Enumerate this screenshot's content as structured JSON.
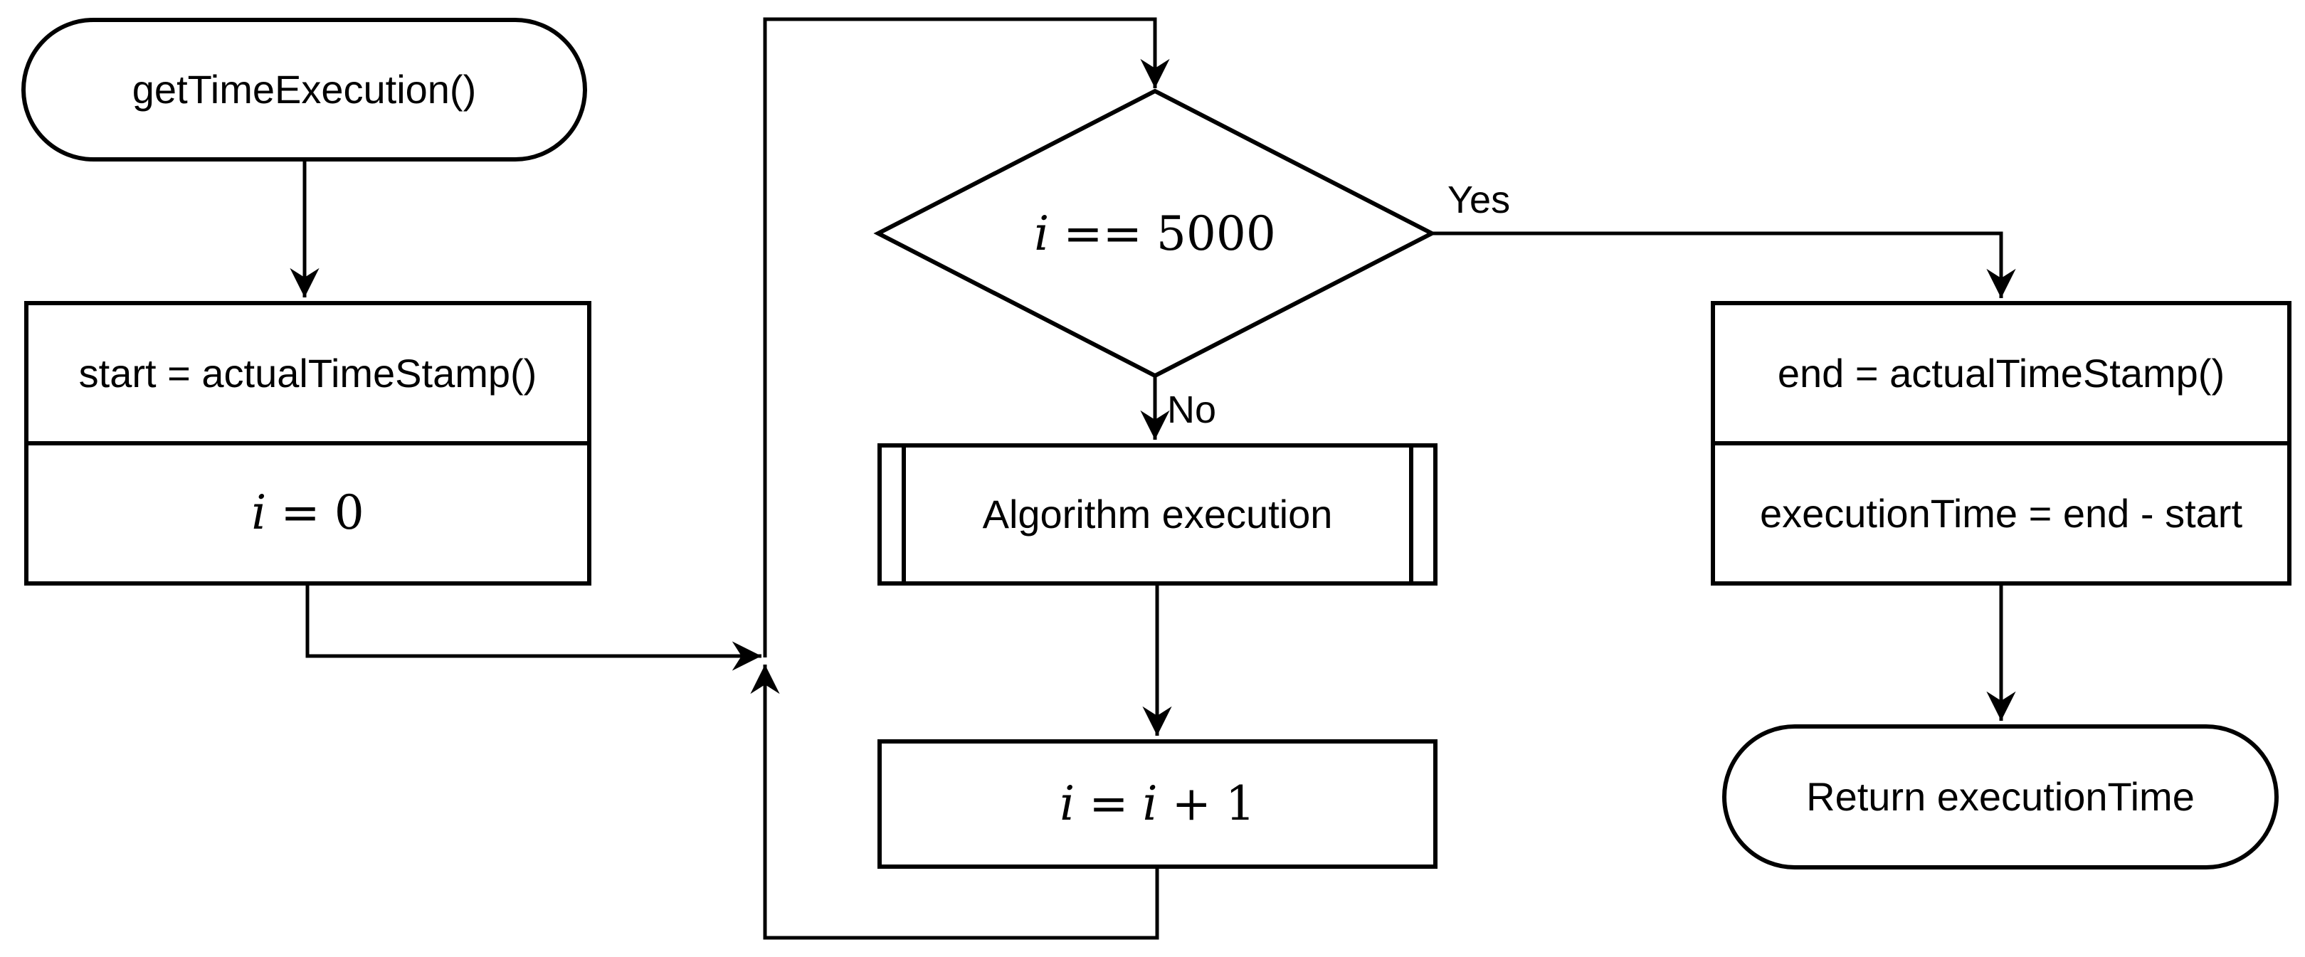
{
  "meta": {
    "background": "#ffffff",
    "stroke_color": "#000000",
    "text_color": "#000000"
  },
  "nodes": {
    "start": {
      "label": "getTimeExecution()"
    },
    "init": {
      "statement": "start = actualTimeStamp()",
      "assign": {
        "lhs": "i",
        "op": "=",
        "rhs": "0"
      }
    },
    "decision": {
      "condition": {
        "lhs": "i",
        "op": "==",
        "rhs": "5000"
      }
    },
    "algorithm": {
      "label": "Algorithm execution"
    },
    "increment": {
      "expr": {
        "lhs": "i",
        "op": "=",
        "rhs_var": "i",
        "rhs_op": "+",
        "rhs_const": "1"
      }
    },
    "finalize": {
      "statement1": "end = actualTimeStamp()",
      "statement2": "executionTime = end - start"
    },
    "return": {
      "label": "Return executionTime"
    }
  },
  "edges": {
    "yes_label": "Yes",
    "no_label": "No"
  }
}
